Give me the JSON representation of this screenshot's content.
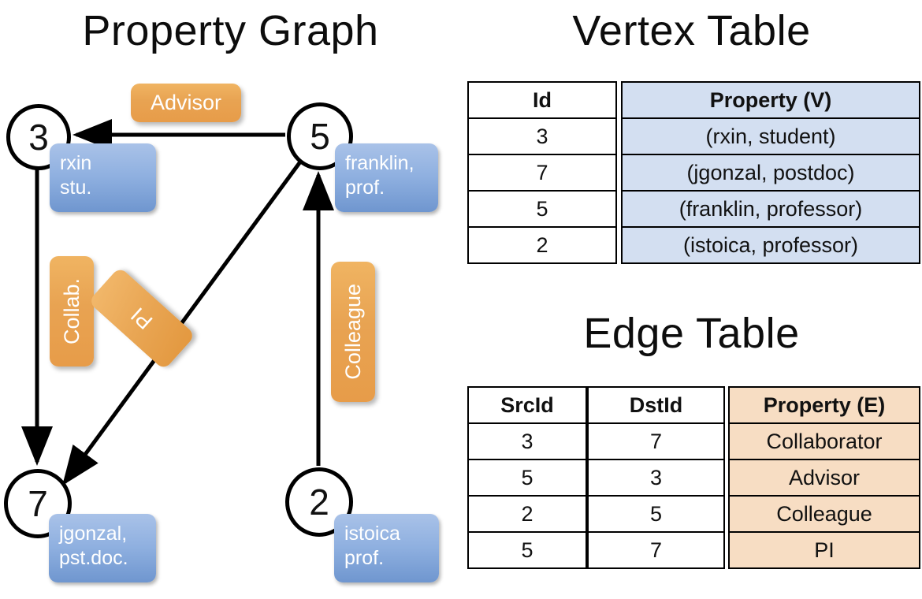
{
  "titles": {
    "property_graph": "Property Graph",
    "vertex_table": "Vertex Table",
    "edge_table": "Edge Table"
  },
  "graph": {
    "nodes": [
      {
        "id": "3",
        "property": "rxin\nstu."
      },
      {
        "id": "5",
        "property": "franklin,\nprof."
      },
      {
        "id": "7",
        "property": "jgonzal,\npst.doc."
      },
      {
        "id": "2",
        "property": "istoica\nprof."
      }
    ],
    "node_labels": {
      "n3": "3",
      "n5": "5",
      "n7": "7",
      "n2": "2"
    },
    "vertex_boxes": {
      "rxin_line1": "rxin",
      "rxin_line2": "stu.",
      "franklin_line1": "franklin,",
      "franklin_line2": "prof.",
      "jgonzal_line1": "jgonzal,",
      "jgonzal_line2": "pst.doc.",
      "istoica_line1": "istoica",
      "istoica_line2": "prof."
    },
    "edge_labels": {
      "advisor": "Advisor",
      "collab": "Collab.",
      "pi": "PI",
      "colleague": "Colleague"
    },
    "edges": [
      {
        "from": "5",
        "to": "3",
        "label": "Advisor"
      },
      {
        "from": "3",
        "to": "7",
        "label": "Collab."
      },
      {
        "from": "5",
        "to": "7",
        "label": "PI"
      },
      {
        "from": "2",
        "to": "5",
        "label": "Colleague"
      }
    ]
  },
  "vertex_table": {
    "headers": [
      "Id",
      "Property (V)"
    ],
    "rows": [
      {
        "id": "3",
        "property": "(rxin, student)"
      },
      {
        "id": "7",
        "property": "(jgonzal, postdoc)"
      },
      {
        "id": "5",
        "property": "(franklin, professor)"
      },
      {
        "id": "2",
        "property": "(istoica, professor)"
      }
    ]
  },
  "edge_table": {
    "headers": [
      "SrcId",
      "DstId",
      "Property (E)"
    ],
    "rows": [
      {
        "src": "3",
        "dst": "7",
        "property": "Collaborator"
      },
      {
        "src": "5",
        "dst": "3",
        "property": "Advisor"
      },
      {
        "src": "2",
        "dst": "5",
        "property": "Colleague"
      },
      {
        "src": "5",
        "dst": "7",
        "property": "PI"
      }
    ]
  },
  "colors": {
    "vertex_property_fill": "#d3dff1",
    "edge_property_fill": "#f7ddc3",
    "vertex_box_blue": "#8fb0e0",
    "edge_label_orange": "#e8a352",
    "stroke": "#000000",
    "background": "#ffffff"
  }
}
